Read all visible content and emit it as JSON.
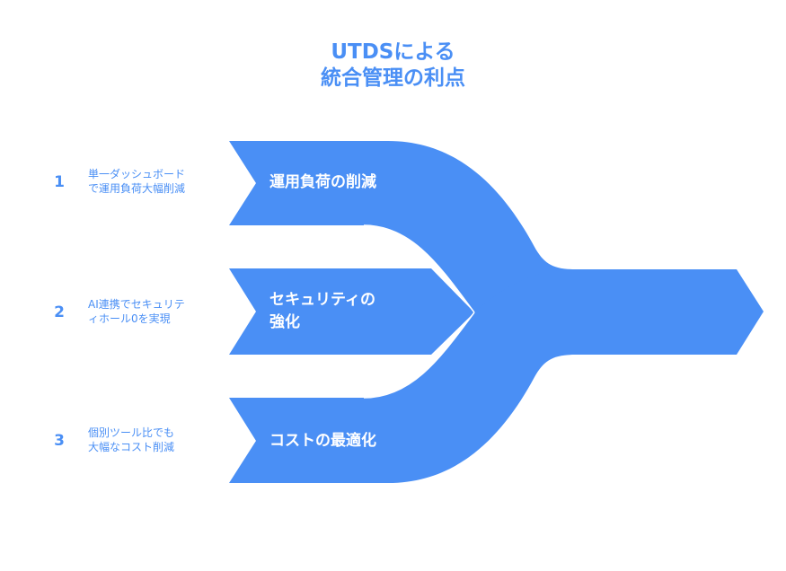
{
  "title": {
    "line1": "UTDSによる",
    "line2": "統合管理の利点"
  },
  "colors": {
    "accent": "#4a8ff5",
    "shape_fill": "#4a8ff5",
    "text_on_shape": "#ffffff"
  },
  "items": [
    {
      "number": "1",
      "desc_line1": "単一ダッシュボード",
      "desc_line2": "で運用負荷大幅削減",
      "label_line1": "運用負荷の削減",
      "label_line2": ""
    },
    {
      "number": "2",
      "desc_line1": "AI連携でセキュリテ",
      "desc_line2": "ィホール0を実現",
      "label_line1": "セキュリティの",
      "label_line2": "強化"
    },
    {
      "number": "3",
      "desc_line1": "個別ツール比でも",
      "desc_line2": "大幅なコスト削減",
      "label_line1": "コストの最適化",
      "label_line2": ""
    }
  ]
}
